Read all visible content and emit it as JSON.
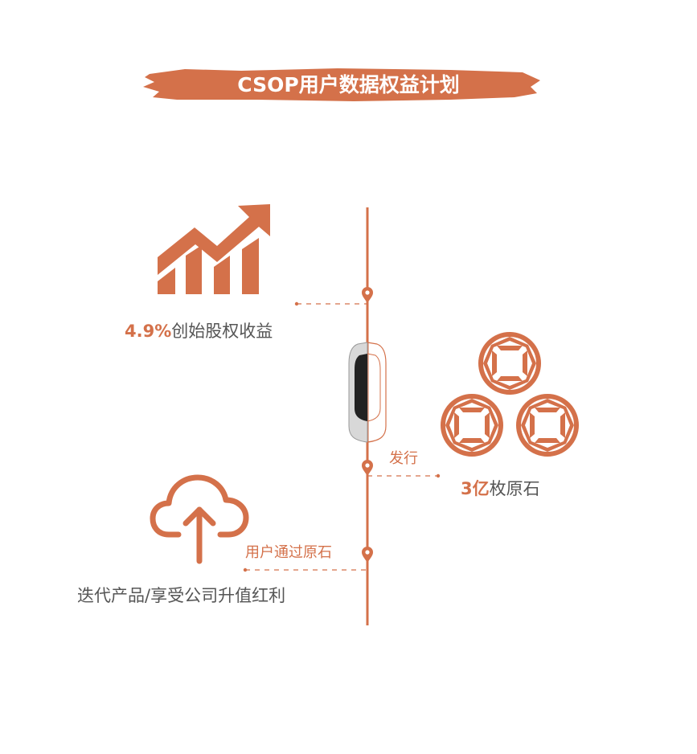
{
  "title": "CSOP用户数据权益计划",
  "items": {
    "equity": {
      "highlight": "4.9%",
      "text": "创始股权收益"
    },
    "stones": {
      "highlight": "3亿",
      "text": "枚原石"
    },
    "product": {
      "text": "迭代产品/享受公司升值红利"
    }
  },
  "timeline": {
    "issue_label": "发行",
    "via_label": "用户通过原石"
  },
  "colors": {
    "accent": "#d4714a",
    "text": "#555555"
  }
}
